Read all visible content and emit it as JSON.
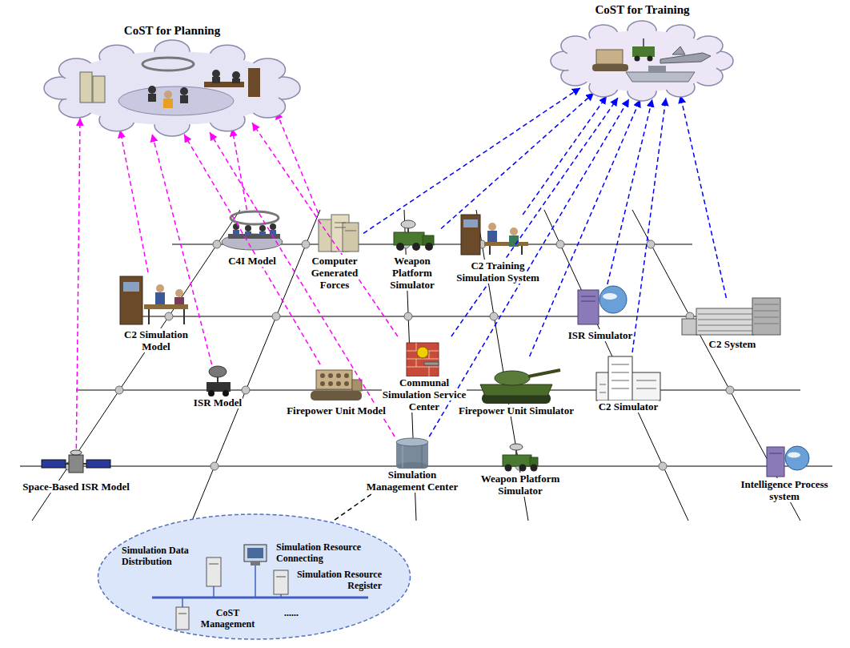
{
  "diagram": {
    "nodes": [
      {
        "text": [
          "CoST for Planning"
        ]
      },
      {
        "text": [
          "CoST for Training"
        ]
      },
      {
        "text": [
          "C4I Model"
        ]
      },
      {
        "text": [
          "Computer Generated Forces"
        ]
      },
      {
        "text": [
          "Weapon Platform Simulator"
        ]
      },
      {
        "text": [
          "C2 Training Simulation System"
        ]
      },
      {
        "text": [
          "C2 Simulation Model"
        ]
      },
      {
        "text": [
          "ISR Simulator"
        ]
      },
      {
        "text": [
          "C2 System"
        ]
      },
      {
        "text": [
          "ISR Model"
        ]
      },
      {
        "text": [
          "Firepower Unit Model"
        ]
      },
      {
        "text": [
          "Communal Simulation Service Center"
        ]
      },
      {
        "text": [
          "Firepower Unit Simulator"
        ]
      },
      {
        "text": [
          "C2 Simulator"
        ]
      },
      {
        "text": [
          "Space-Based ISR Model"
        ]
      },
      {
        "text": [
          "Simulation Management Center"
        ]
      },
      {
        "text": [
          "Weapon Platform Simulator"
        ]
      },
      {
        "text": [
          "Intelligence Process system"
        ]
      },
      {
        "text": [
          "Simulation Data Distribution",
          "Simulation Resource Connecting",
          "Simulation Resource Register",
          "CoST Management",
          "......"
        ]
      }
    ],
    "edges": [
      {
        "from": 14,
        "to": 0,
        "arrow": "to"
      },
      {
        "from": 6,
        "to": 0,
        "arrow": "to"
      },
      {
        "from": 9,
        "to": 0,
        "arrow": "to"
      },
      {
        "from": 10,
        "to": 0,
        "arrow": "to"
      },
      {
        "from": 15,
        "to": 0,
        "arrow": "to"
      },
      {
        "from": 2,
        "to": 0,
        "arrow": "to"
      },
      {
        "from": 11,
        "to": 0,
        "arrow": "to"
      },
      {
        "from": 3,
        "to": 0,
        "arrow": "to"
      },
      {
        "from": 3,
        "to": 1,
        "arrow": "to"
      },
      {
        "from": 4,
        "to": 1,
        "arrow": "to"
      },
      {
        "from": 5,
        "to": 1,
        "arrow": "to"
      },
      {
        "from": 11,
        "to": 1,
        "arrow": "to"
      },
      {
        "from": 15,
        "to": 1,
        "arrow": "to"
      },
      {
        "from": 12,
        "to": 1,
        "arrow": "to"
      },
      {
        "from": 7,
        "to": 1,
        "arrow": "to"
      },
      {
        "from": 13,
        "to": 1,
        "arrow": "to"
      },
      {
        "from": 8,
        "to": 1,
        "arrow": "to"
      },
      {
        "from": 15,
        "to": 18,
        "arrow": "none"
      }
    ]
  }
}
